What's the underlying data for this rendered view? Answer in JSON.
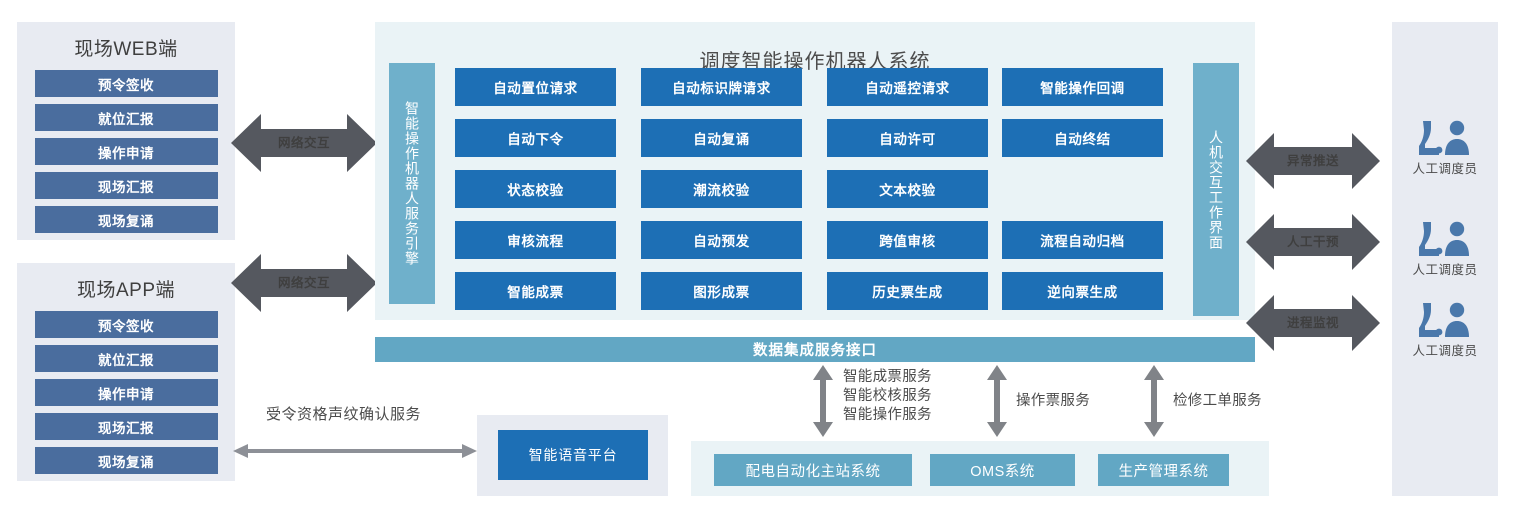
{
  "colors": {
    "client_panel_bg": "#e8ebf2",
    "client_btn": "#4a6d9e",
    "robot_panel_bg": "#eaf3f6",
    "fn_box": "#1d6fb5",
    "vbar": "#6fb0cb",
    "data_bar": "#62a7c4",
    "sys_box": "#62a7c4",
    "arrow_gray": "#55585f",
    "thin_arrow_gray": "#8d9097",
    "dispatcher_icon": "#4a78ab",
    "text_dark": "#3f3f3f"
  },
  "web_client": {
    "title": "现场WEB端",
    "items": [
      {
        "label": "预令签收"
      },
      {
        "label": "就位汇报"
      },
      {
        "label": "操作申请"
      },
      {
        "label": "现场汇报"
      },
      {
        "label": "现场复诵"
      }
    ]
  },
  "app_client": {
    "title": "现场APP端",
    "items": [
      {
        "label": "预令签收"
      },
      {
        "label": "就位汇报"
      },
      {
        "label": "操作申请"
      },
      {
        "label": "现场汇报"
      },
      {
        "label": "现场复诵"
      }
    ]
  },
  "network_arrows": [
    {
      "label": "网络交互"
    },
    {
      "label": "网络交互"
    }
  ],
  "robot_system": {
    "title": "调度智能操作机器人系统",
    "engine_bar": "智能操作机器人服务引擎",
    "interface_bar": "人机交互工作界面",
    "grid": {
      "columns": 4,
      "rows": 5,
      "cells": [
        [
          "自动置位请求",
          "自动标识牌请求",
          "自动遥控请求",
          "智能操作回调"
        ],
        [
          "自动下令",
          "自动复诵",
          "自动许可",
          "自动终结"
        ],
        [
          "状态校验",
          "潮流校验",
          "文本校验",
          ""
        ],
        [
          "审核流程",
          "自动预发",
          "跨值审核",
          "流程自动归档"
        ],
        [
          "智能成票",
          "图形成票",
          "历史票生成",
          "逆向票生成"
        ]
      ]
    }
  },
  "data_integration": {
    "label": "数据集成服务接口"
  },
  "service_arrows": [
    {
      "label": "智能成票服务\n智能校核服务\n智能操作服务"
    },
    {
      "label": "操作票服务"
    },
    {
      "label": "检修工单服务"
    }
  ],
  "external_systems": {
    "items": [
      {
        "label": "配电自动化主站系统"
      },
      {
        "label": "OMS系统"
      },
      {
        "label": "生产管理系统"
      }
    ]
  },
  "voice": {
    "service_label": "受令资格声纹确认服务",
    "platform_label": "智能语音平台"
  },
  "dispatchers": {
    "arrows": [
      {
        "label": "异常推送"
      },
      {
        "label": "人工干预"
      },
      {
        "label": "进程监视"
      }
    ],
    "items": [
      {
        "label": "人工调度员",
        "icon": "operator-at-console-icon"
      },
      {
        "label": "人工调度员",
        "icon": "operator-at-console-icon"
      },
      {
        "label": "人工调度员",
        "icon": "operator-at-console-icon"
      }
    ]
  }
}
